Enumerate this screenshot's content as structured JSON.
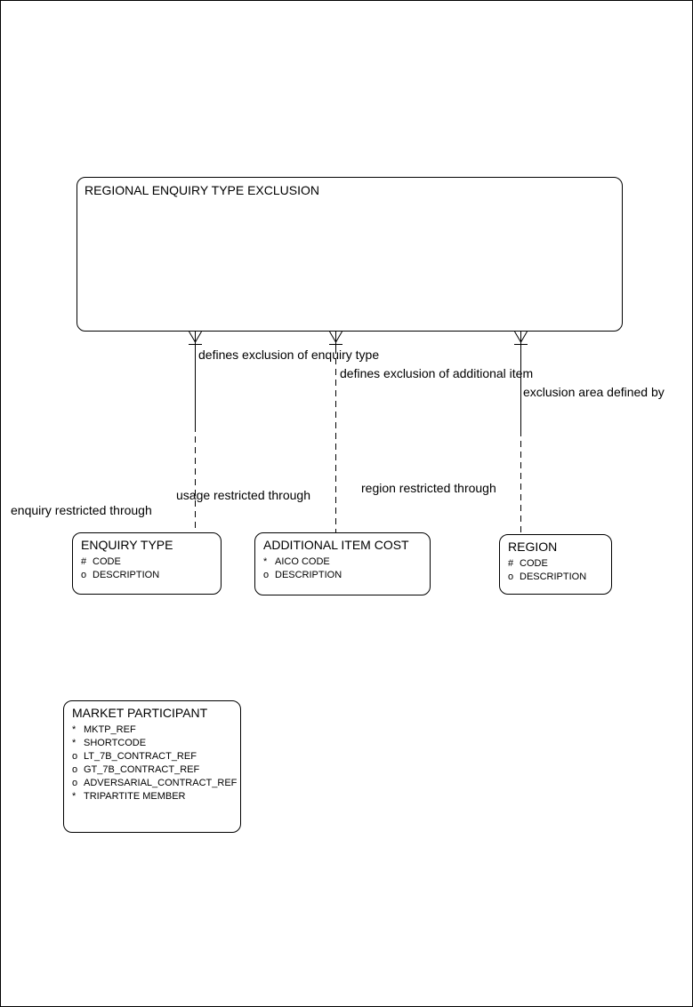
{
  "canvas": {
    "background_color": "#ffffff",
    "line_color": "#000000"
  },
  "root_entity": {
    "title": "REGIONAL ENQUIRY TYPE EXCLUSION"
  },
  "entities": {
    "enquiry_type": {
      "title": "ENQUIRY TYPE",
      "attributes": [
        {
          "marker": "#",
          "label": "CODE"
        },
        {
          "marker": "o",
          "label": "DESCRIPTION"
        }
      ]
    },
    "additional_item_cost": {
      "title": "ADDITIONAL ITEM COST",
      "attributes": [
        {
          "marker": "*",
          "label": "AICO CODE"
        },
        {
          "marker": "o",
          "label": "DESCRIPTION"
        }
      ]
    },
    "region": {
      "title": "REGION",
      "attributes": [
        {
          "marker": "#",
          "label": "CODE"
        },
        {
          "marker": "o",
          "label": "DESCRIPTION"
        }
      ]
    },
    "market_participant": {
      "title": "MARKET PARTICIPANT",
      "attributes": [
        {
          "marker": "*",
          "label": "MKTP_REF"
        },
        {
          "marker": "*",
          "label": "SHORTCODE"
        },
        {
          "marker": "o",
          "label": "LT_7B_CONTRACT_REF"
        },
        {
          "marker": "o",
          "label": "GT_7B_CONTRACT_REF"
        },
        {
          "marker": "o",
          "label": "ADVERSARIAL_CONTRACT_REF"
        },
        {
          "marker": "*",
          "label": "TRIPARTITE MEMBER"
        }
      ]
    }
  },
  "relationship_labels": {
    "defines_exclusion_enquiry": "defines exclusion of enquiry type",
    "defines_exclusion_additional": "defines exclusion of additional item",
    "exclusion_area_defined_by": "exclusion area defined by",
    "enquiry_restricted_through": "enquiry restricted through",
    "usage_restricted_through": "usage restricted through",
    "region_restricted_through": "region restricted through"
  }
}
